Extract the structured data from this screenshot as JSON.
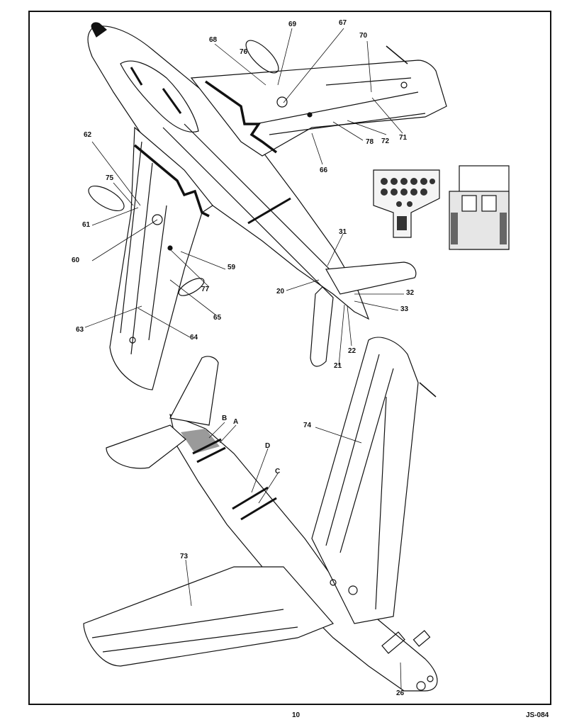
{
  "callouts": [
    {
      "id": "69",
      "text": "69"
    },
    {
      "id": "67",
      "text": "67"
    },
    {
      "id": "68",
      "text": "68"
    },
    {
      "id": "76",
      "text": "76"
    },
    {
      "id": "70",
      "text": "70"
    },
    {
      "id": "71",
      "text": "71"
    },
    {
      "id": "72",
      "text": "72"
    },
    {
      "id": "78",
      "text": "78"
    },
    {
      "id": "66",
      "text": "66"
    },
    {
      "id": "62",
      "text": "62"
    },
    {
      "id": "75",
      "text": "75"
    },
    {
      "id": "61",
      "text": "61"
    },
    {
      "id": "60",
      "text": "60"
    },
    {
      "id": "59",
      "text": "59"
    },
    {
      "id": "77",
      "text": "77"
    },
    {
      "id": "65",
      "text": "65"
    },
    {
      "id": "63",
      "text": "63"
    },
    {
      "id": "64",
      "text": "64"
    },
    {
      "id": "31",
      "text": "31"
    },
    {
      "id": "20",
      "text": "20"
    },
    {
      "id": "32",
      "text": "32"
    },
    {
      "id": "33",
      "text": "33"
    },
    {
      "id": "22",
      "text": "22"
    },
    {
      "id": "21",
      "text": "21"
    },
    {
      "id": "B",
      "text": "B"
    },
    {
      "id": "A",
      "text": "A"
    },
    {
      "id": "D",
      "text": "D"
    },
    {
      "id": "C",
      "text": "C"
    },
    {
      "id": "74",
      "text": "74"
    },
    {
      "id": "73",
      "text": "73"
    },
    {
      "id": "26",
      "text": "26"
    }
  ],
  "footer": {
    "page_number": "10",
    "code": "JS-084"
  },
  "colors": {
    "ink": "#111111",
    "paper": "#ffffff",
    "shade": "#9a9a9a"
  }
}
